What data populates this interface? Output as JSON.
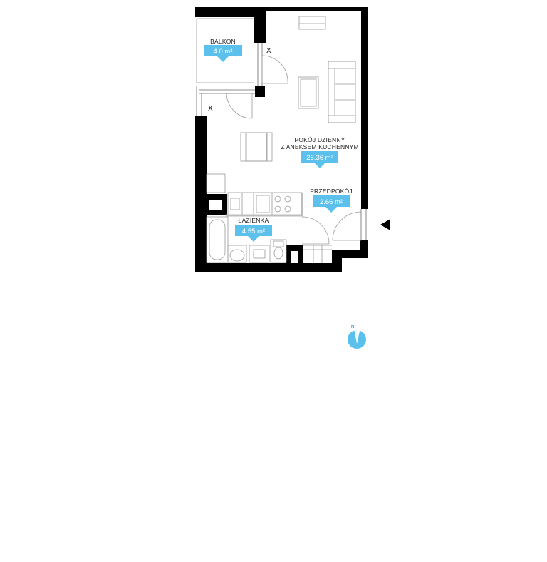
{
  "plan": {
    "accent_color": "#5bc0eb",
    "wall_color": "#000000",
    "rooms": {
      "balkon": {
        "name": "BALKON",
        "area": "4.0 m²"
      },
      "pokoj": {
        "name_line1": "POKÓJ DZIENNY",
        "name_line2": "Z ANEKSEM KUCHENNYM",
        "area": "26.36 m²"
      },
      "przedpokoj": {
        "name": "PRZEDPOKÓJ",
        "area": "2.66 m²"
      },
      "lazienka": {
        "name": "ŁAZIENKA",
        "area": "4.55 m²"
      }
    },
    "window_marks": [
      "X",
      "X"
    ],
    "compass": {
      "label": "N",
      "icon": "north-compass-icon"
    },
    "entrance": {
      "icon": "entrance-arrow-icon"
    }
  }
}
